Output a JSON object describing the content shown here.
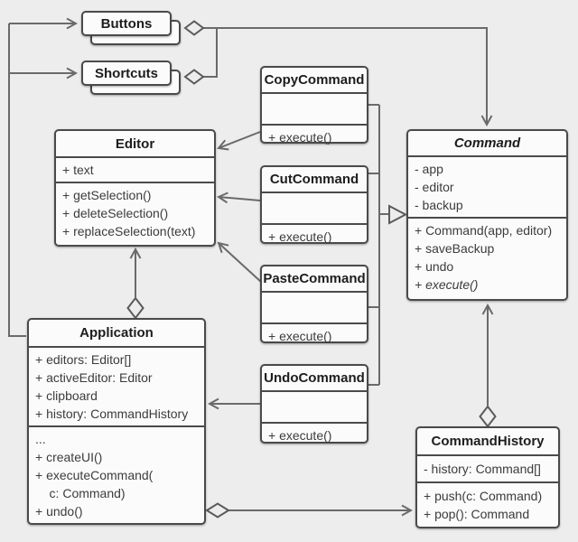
{
  "colors": {
    "background": "#ededed",
    "box_fill": "#fbfbfb",
    "box_border": "#4a4a4a",
    "connector": "#6a6a6a",
    "title_text": "#1d1d1d",
    "body_text": "#3c3c3c"
  },
  "classes": {
    "buttons": {
      "title": "Buttons"
    },
    "shortcuts": {
      "title": "Shortcuts"
    },
    "editor": {
      "title": "Editor",
      "attributes": [
        "+ text"
      ],
      "methods": [
        "+ getSelection()",
        "+ deleteSelection()",
        "+ replaceSelection(text)"
      ]
    },
    "copy": {
      "title": "CopyCommand",
      "methods": [
        "+ execute()"
      ]
    },
    "cut": {
      "title": "CutCommand",
      "methods": [
        "+ execute()"
      ]
    },
    "paste": {
      "title": "PasteCommand",
      "methods": [
        "+ execute()"
      ]
    },
    "undo": {
      "title": "UndoCommand",
      "methods": [
        "+ execute()"
      ]
    },
    "command": {
      "title": "Command",
      "stereotype": "abstract",
      "attributes": [
        "- app",
        "- editor",
        "- backup"
      ],
      "methods": [
        "+ Command(app, editor)",
        "+ saveBackup",
        "+ undo",
        "+ execute()"
      ]
    },
    "application": {
      "title": "Application",
      "attributes": [
        "+ editors: Editor[]",
        "+ activeEditor: Editor",
        "+ clipboard",
        "+ history: CommandHistory"
      ],
      "methods": [
        "...",
        "+ createUI()",
        "+ executeCommand(",
        "    c: Command)",
        "+ undo()"
      ]
    },
    "history": {
      "title": "CommandHistory",
      "attributes": [
        "- history: Command[]"
      ],
      "methods": [
        "+ push(c: Command)",
        "+ pop(): Command"
      ]
    }
  },
  "relationships": [
    {
      "from": "Application",
      "to": "Buttons",
      "type": "association-arrow"
    },
    {
      "from": "Application",
      "to": "Shortcuts",
      "type": "association-arrow"
    },
    {
      "from": "Buttons",
      "to": "Command",
      "type": "aggregation"
    },
    {
      "from": "Shortcuts",
      "to": "Command",
      "type": "aggregation"
    },
    {
      "from": "CopyCommand",
      "to": "Command",
      "type": "inheritance"
    },
    {
      "from": "CutCommand",
      "to": "Command",
      "type": "inheritance"
    },
    {
      "from": "PasteCommand",
      "to": "Command",
      "type": "inheritance"
    },
    {
      "from": "UndoCommand",
      "to": "Command",
      "type": "inheritance"
    },
    {
      "from": "CopyCommand",
      "to": "Editor",
      "type": "association-arrow"
    },
    {
      "from": "CutCommand",
      "to": "Editor",
      "type": "association-arrow"
    },
    {
      "from": "PasteCommand",
      "to": "Editor",
      "type": "association-arrow"
    },
    {
      "from": "UndoCommand",
      "to": "Application",
      "type": "association-arrow"
    },
    {
      "from": "Application",
      "to": "Editor",
      "type": "aggregation-arrow"
    },
    {
      "from": "CommandHistory",
      "to": "Command",
      "type": "aggregation-arrow"
    },
    {
      "from": "Application",
      "to": "CommandHistory",
      "type": "aggregation-arrow"
    }
  ]
}
